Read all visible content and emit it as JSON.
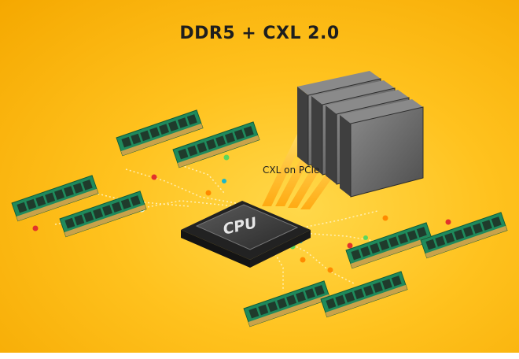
{
  "title": "DDR5 + CXL 2.0",
  "cpu_label": "CPU",
  "link_label": "CXL on PCIe",
  "colors": {
    "background": "#ffc21e",
    "dimm_pcb": "#1f8a5c",
    "dimm_chip": "#1f3b2c",
    "gold_contacts": "#c9a24a",
    "cpu_body": "#3a3a3a",
    "cxl_drive": "#6e6e6e",
    "beam": "#ffb000",
    "trace": "#fff3c2"
  },
  "icons": [
    "ddr5-dimm-icon",
    "cpu-chip-icon",
    "cxl-ssd-drive-icon",
    "signal-node-icon"
  ]
}
